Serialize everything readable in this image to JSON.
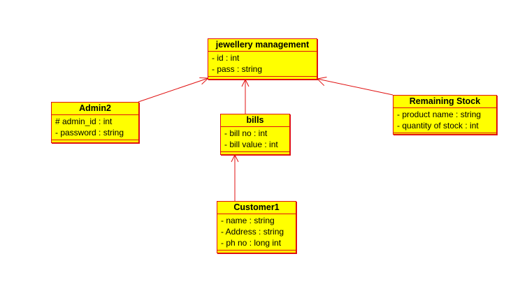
{
  "diagram": {
    "classes": {
      "jewellery": {
        "name": "jewellery management",
        "attributes": [
          "- id : int",
          "- pass : string"
        ]
      },
      "admin2": {
        "name": "Admin2",
        "attributes": [
          "# admin_id : int",
          "- password : string"
        ]
      },
      "bills": {
        "name": "bills",
        "attributes": [
          "- bill no : int",
          "- bill value : int"
        ]
      },
      "stock": {
        "name": "Remaining Stock",
        "attributes": [
          "- product name : string",
          "- quantity of stock : int"
        ]
      },
      "customer1": {
        "name": "Customer1",
        "attributes": [
          "- name : string",
          "- Address : string",
          "- ph no : long int"
        ]
      }
    },
    "relationships": [
      {
        "from": "Admin2",
        "to": "jewellery management",
        "type": "association-arrow"
      },
      {
        "from": "bills",
        "to": "jewellery management",
        "type": "association-arrow"
      },
      {
        "from": "Remaining Stock",
        "to": "jewellery management",
        "type": "association-arrow"
      },
      {
        "from": "Customer1",
        "to": "bills",
        "type": "association-arrow"
      }
    ],
    "colors": {
      "fill": "#ffff00",
      "border": "#e01010",
      "text": "#000000"
    }
  }
}
